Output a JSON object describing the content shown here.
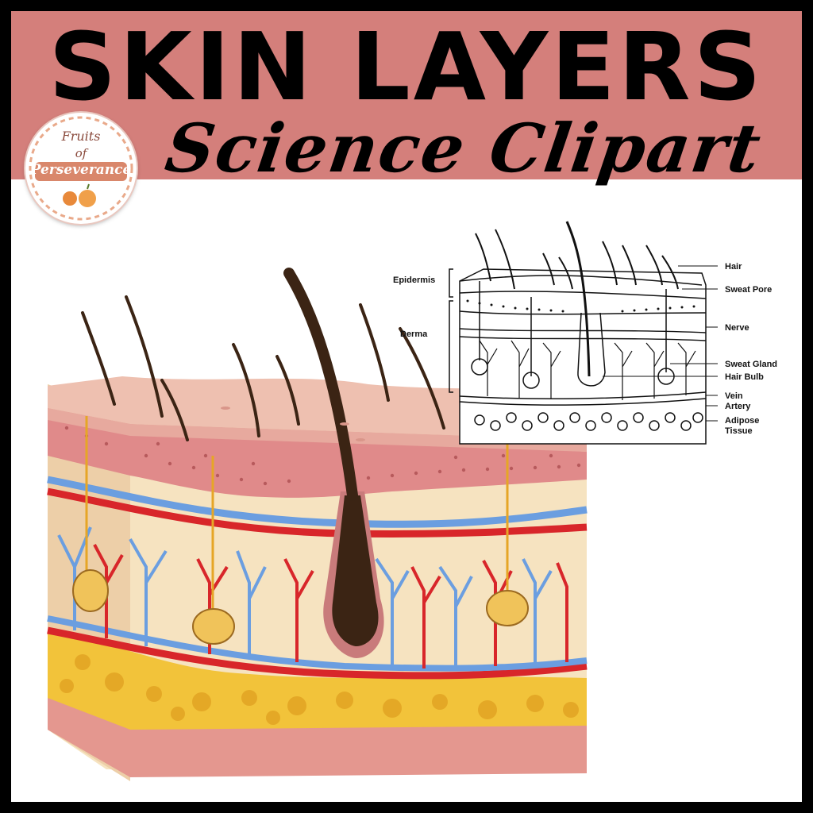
{
  "banner": {
    "title": "SKIN LAYERS",
    "subtitle": "Science Clipart"
  },
  "logo": {
    "line1": "Fruits",
    "line2": "of",
    "line3": "Perseverance"
  },
  "labels": {
    "epidermis": "Epidermis",
    "derma": "Derma",
    "hair": "Hair",
    "sweat_pore": "Sweat Pore",
    "nerve": "Nerve",
    "sweat_gland": "Sweat Gland",
    "hair_bulb": "Hair Bulb",
    "vein": "Vein",
    "artery": "Artery",
    "adipose_1": "Adipose",
    "adipose_2": "Tissue"
  },
  "colors": {
    "banner": "#d47f7b",
    "epidermis_top": "#eec0b0",
    "dermis_pink": "#e08a8a",
    "dermis_cream": "#f6e3c0",
    "fat": "#f2c33a",
    "vein": "#6b9ee0",
    "artery": "#d8262a",
    "hair": "#3b2414"
  }
}
